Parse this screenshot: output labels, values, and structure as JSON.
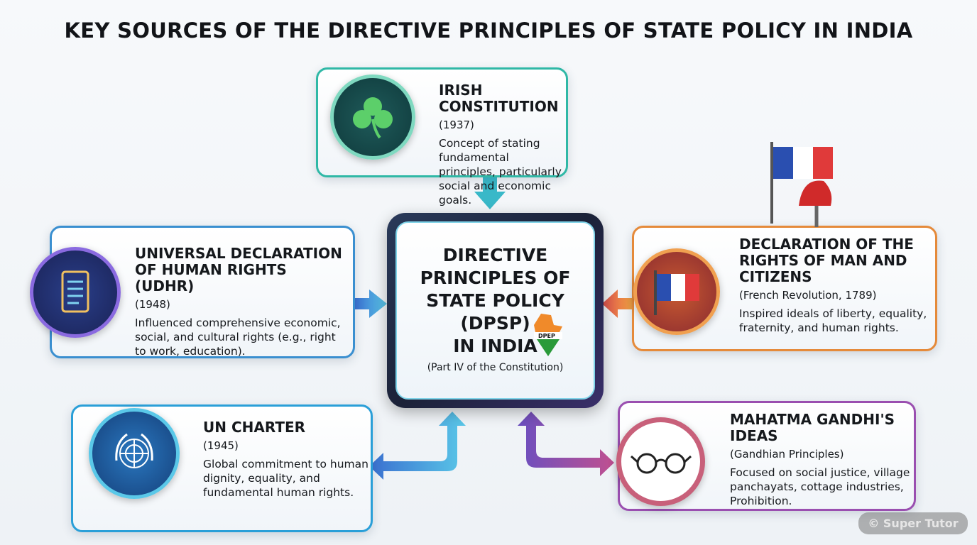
{
  "title": "KEY SOURCES OF THE DIRECTIVE PRINCIPLES OF STATE POLICY IN INDIA",
  "center": {
    "title_lines": [
      "DIRECTIVE",
      "PRINCIPLES OF",
      "STATE POLICY",
      "(DPSP)",
      "IN INDIA"
    ],
    "subtitle": "(Part IV of the Constitution)",
    "map_badge": "DPEP"
  },
  "sources": {
    "irish": {
      "title": "IRISH CONSTITUTION",
      "year": "(1937)",
      "desc": "Concept of stating fundamental principles, particularly social and economic goals.",
      "icon": "shamrock-icon",
      "color": "#2fb8a6"
    },
    "udhr": {
      "title": "UNIVERSAL DECLARATION OF HUMAN RIGHTS (UDHR)",
      "year": "(1948)",
      "desc": "Influenced comprehensive economic, social, and cultural rights (e.g., right to work, education).",
      "icon": "scroll-icon",
      "color": "#3a8fd0"
    },
    "french": {
      "title": "DECLARATION OF THE RIGHTS OF MAN AND CITIZENS",
      "year": "(French Revolution, 1789)",
      "desc": "Inspired ideals of liberty, equality, fraternity, and human rights.",
      "icon": "french-flag-icon",
      "color": "#e58a3a"
    },
    "un": {
      "title": "UN CHARTER",
      "year": "(1945)",
      "desc": "Global commitment to human dignity, equality, and fundamental human rights.",
      "icon": "un-emblem-icon",
      "color": "#2a9fd8"
    },
    "gandhi": {
      "title": "MAHATMA GANDHI'S IDEAS",
      "year": "(Gandhian Principles)",
      "desc": "Focused on social justice, village panchayats, cottage industries, Prohibition.",
      "icon": "glasses-icon",
      "color": "#9a4fb0"
    }
  },
  "watermark": "© Super Tutor"
}
